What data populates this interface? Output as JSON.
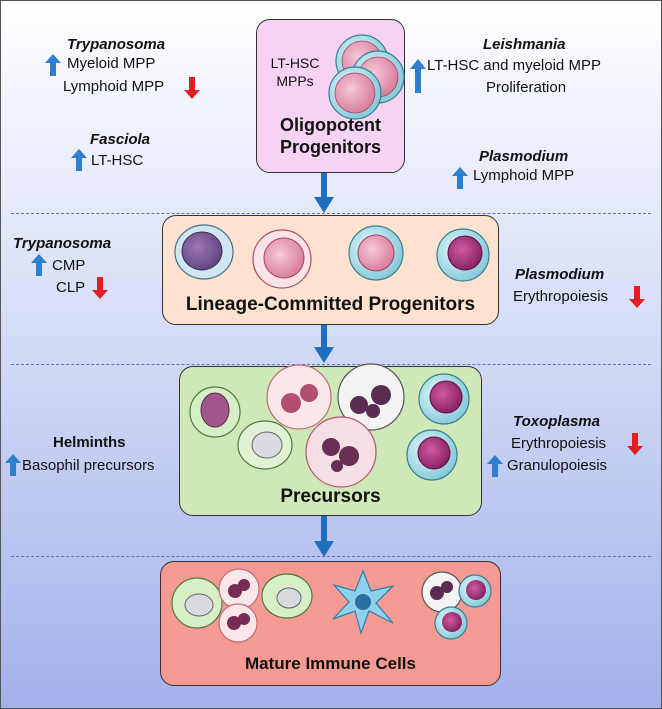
{
  "stages": [
    {
      "title_line1": "Oligopotent",
      "title_line2": "Progenitors",
      "cells_label_1": "LT-HSC",
      "cells_label_2": "MPPs"
    },
    {
      "title": "Lineage-Committed Progenitors"
    },
    {
      "title": "Precursors"
    },
    {
      "title": "Mature Immune Cells"
    }
  ],
  "annotations": {
    "trypanosoma_top": {
      "organism": "Trypanosoma",
      "line1": "Myeloid MPP",
      "line2": "Lymphoid MPP"
    },
    "fasciola": {
      "organism": "Fasciola",
      "line1": "LT-HSC"
    },
    "leishmania": {
      "organism": "Leishmania",
      "line1": "LT-HSC and myeloid MPP",
      "line2": "Proliferation"
    },
    "plasmodium_top": {
      "organism": "Plasmodium",
      "line1": "Lymphoid MPP"
    },
    "trypanosoma_mid": {
      "organism": "Trypanosoma",
      "line1": "CMP",
      "line2": "CLP"
    },
    "plasmodium_mid": {
      "organism": "Plasmodium",
      "line1": "Erythropoiesis"
    },
    "helminths": {
      "organism": "Helminths",
      "line1": "Basophil precursors"
    },
    "toxoplasma": {
      "organism": "Toxoplasma",
      "line1": "Erythropoiesis",
      "line2": "Granulopoiesis"
    }
  },
  "colors": {
    "up_arrow": "#2f7fd0",
    "down_arrow": "#e02020",
    "flow_arrow": "#1f6fc0",
    "stage1_fill": "#f6d3f4",
    "stage2_fill": "#fde3cf",
    "stage3_fill": "#cfe8b8",
    "stage4_fill": "#f49a92"
  },
  "icons": [
    "up-arrow-icon",
    "down-arrow-icon",
    "flow-arrow-icon",
    "cell-icon"
  ]
}
